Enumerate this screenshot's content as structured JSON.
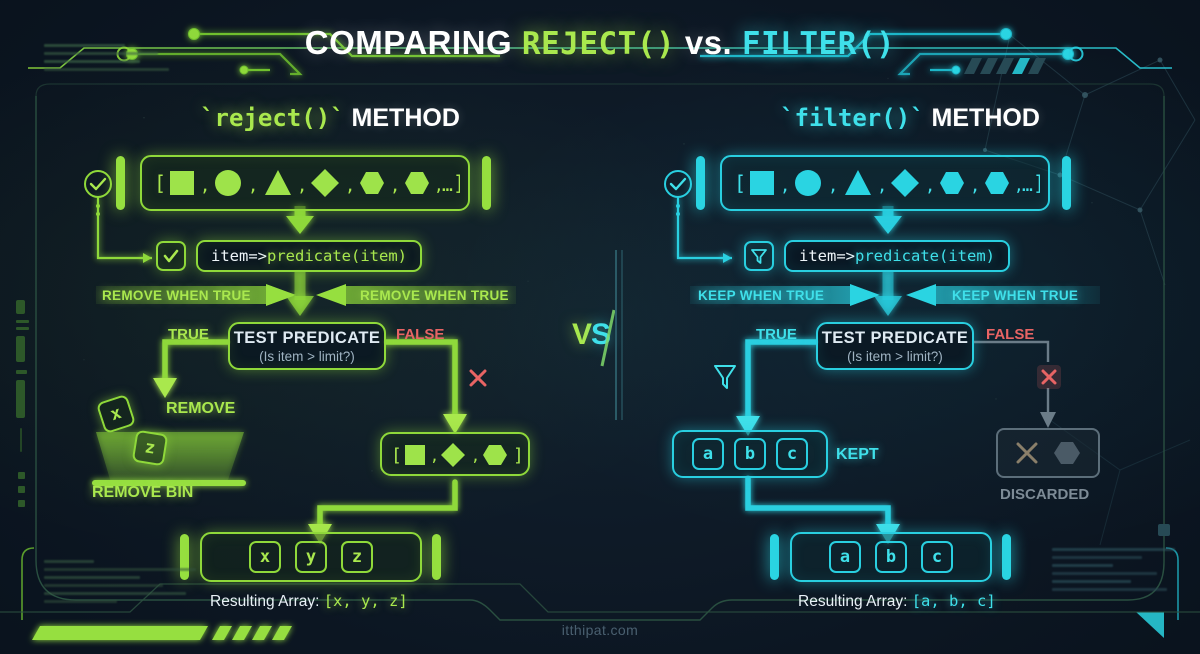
{
  "title": {
    "prefix": "COMPARING ",
    "left_method": "REJECT()",
    "middle": " vs. ",
    "right_method": "FILTER()"
  },
  "colors": {
    "green": "#a9e84e",
    "green_border": "#8fd93a",
    "cyan": "#3fe0ea",
    "cyan_border": "#29cfe0",
    "red": "#e86464",
    "grey": "#7d8b96",
    "background": "#0b1622"
  },
  "vs_badge": {
    "left": "V",
    "right": "S"
  },
  "watermark": "itthipat.com",
  "panels": [
    {
      "id": "reject",
      "heading_method": "`reject()`",
      "heading_suffix": " METHOD",
      "accent": "#a9e84e",
      "source_array": {
        "open": "[",
        "items": [
          "square",
          "circle",
          "triangle",
          "diamond",
          "hexagon",
          "hexagon"
        ],
        "separator": ",",
        "ellipsis": "...",
        "close": "]"
      },
      "source_icon": "check-circle-icon",
      "callback_icon": "checkbox-checked-icon",
      "callback": {
        "param": "item",
        "arrow": " => ",
        "call": "predicate(item)"
      },
      "ribbon_left": "REMOVE WHEN TRUE",
      "ribbon_right": "REMOVE WHEN TRUE",
      "predicate": {
        "title": "TEST PREDICATE",
        "subtitle": "(Is item > limit?)"
      },
      "branch_true_label": "TRUE",
      "branch_false_label": "FALSE",
      "true_action_label": "REMOVE",
      "bin_label": "REMOVE BIN",
      "bin_tiles": [
        "x",
        "z"
      ],
      "false_array": {
        "open": "[",
        "items": [
          "square",
          "diamond",
          "hexagon"
        ],
        "separator": ",",
        "close": "]"
      },
      "false_marker_icon": "x-mark-icon",
      "result_tiles": [
        "x",
        "y",
        "z"
      ],
      "result_prefix": "Resulting Array: ",
      "result_value": "[x, y, z]"
    },
    {
      "id": "filter",
      "heading_method": "`filter()`",
      "heading_suffix": " METHOD",
      "accent": "#3fe0ea",
      "source_array": {
        "open": "[",
        "items": [
          "square",
          "circle",
          "triangle",
          "diamond",
          "hexagon",
          "hexagon"
        ],
        "separator": ",",
        "ellipsis": "...",
        "close": "]"
      },
      "source_icon": "check-circle-icon",
      "callback_icon": "funnel-icon",
      "callback": {
        "param": "item",
        "arrow": " => ",
        "call": "predicate(item)"
      },
      "ribbon_left": "KEEP WHEN TRUE",
      "ribbon_right": "KEEP WHEN TRUE",
      "predicate": {
        "title": "TEST PREDICATE",
        "subtitle": "(Is item > limit?)"
      },
      "branch_true_label": "TRUE",
      "branch_false_label": "FALSE",
      "true_action_label": "KEPT",
      "kept_tiles": [
        "a",
        "b",
        "c"
      ],
      "discarded_label": "DISCARDED",
      "discarded_items": [
        "x-mark-icon",
        "hexagon"
      ],
      "false_marker_icon": "x-mark-icon",
      "result_tiles": [
        "a",
        "b",
        "c"
      ],
      "result_prefix": "Resulting Array: ",
      "result_value": "[a, b, c]"
    }
  ]
}
